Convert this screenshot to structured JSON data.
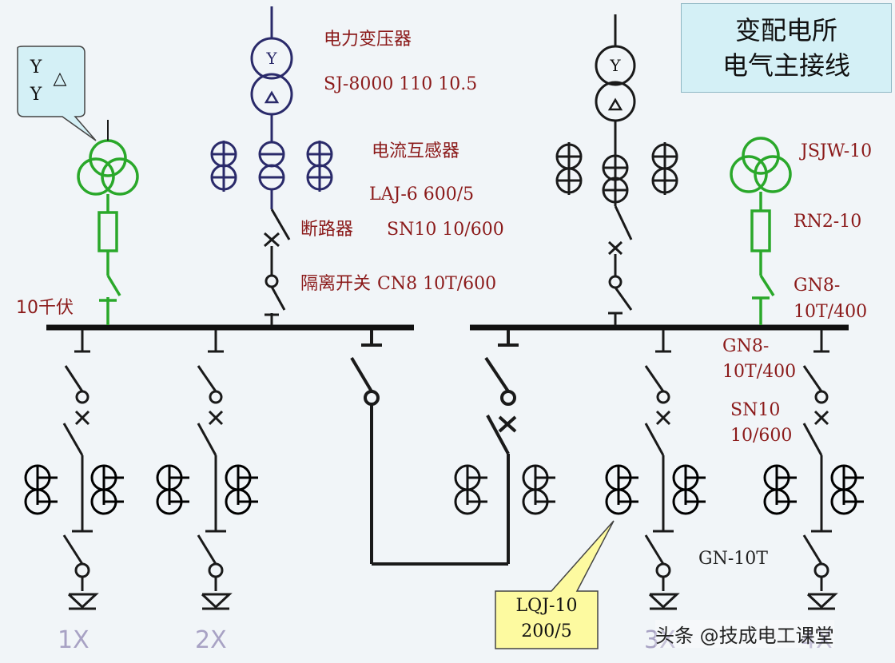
{
  "title": {
    "line1": "变配电所",
    "line2": "电气主接线"
  },
  "callout_vt": {
    "line1": "Y",
    "line2": "Y",
    "delta": "△"
  },
  "main_transformer": {
    "name": "电力变压器",
    "model": "SJ-8000  110  10.5"
  },
  "current_transformer": {
    "name": "电流互感器",
    "model": "LAJ-6 600/5"
  },
  "breaker": {
    "name": "断路器",
    "model": "SN10  10/600"
  },
  "isolator": {
    "name": "隔离开关",
    "model": "CN8  10T/600"
  },
  "bus_voltage": "10千伏",
  "right_labels": {
    "jsjw": "JSJW-10",
    "rn2": "RN2-10",
    "gn8_a_1": "GN8-",
    "gn8_a_2": "10T/400",
    "gn8_b_1": "GN8-",
    "gn8_b_2": "10T/400",
    "sn10_1": "SN10",
    "sn10_2": "10/600",
    "gn10t": "GN-10T"
  },
  "callout_ct": {
    "line1": "LQJ-10",
    "line2": "200/5"
  },
  "feeders": [
    "1X",
    "2X",
    "3X",
    "4X"
  ],
  "transformer_symbols": {
    "primary": "Y"
  },
  "watermark": "头条 @技成电工课堂",
  "colors": {
    "line": "#1a1a1a",
    "navy": "#2a2a6a",
    "green": "#2aa82a",
    "label": "#8b1a1a",
    "title_bg": "#d4f0f6",
    "callout_blue": "#d4f0f6",
    "callout_yellow": "#fdfaa0"
  }
}
